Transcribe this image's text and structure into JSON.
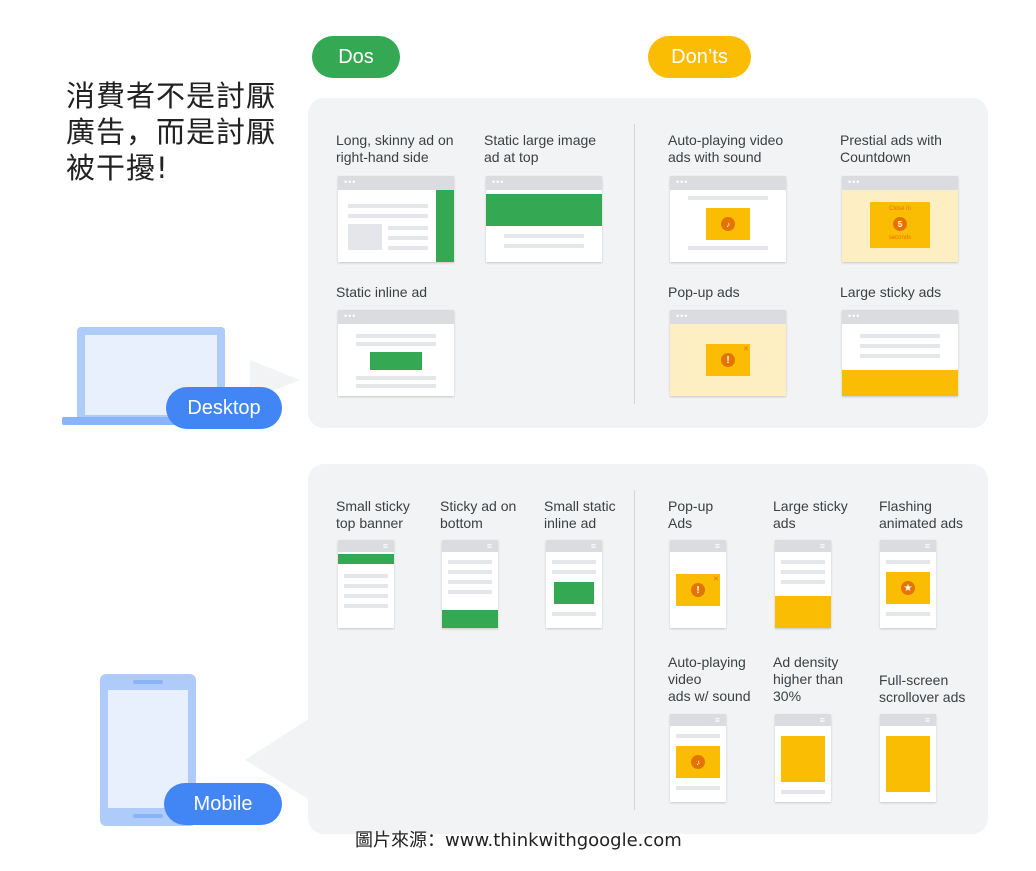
{
  "header": {
    "dos": "Dos",
    "donts": "Don’ts"
  },
  "headline": [
    "消費者不是討厭",
    "廣告，而是討厭",
    "被干擾!"
  ],
  "desktop": {
    "device_label": "Desktop",
    "dos": [
      {
        "label": [
          "Long, skinny ad on",
          "right-hand side"
        ]
      },
      {
        "label": [
          "Static large image",
          "ad at top"
        ]
      },
      {
        "label": [
          "Static inline ad"
        ]
      }
    ],
    "donts": [
      {
        "label": [
          "Auto-playing video",
          "ads with sound"
        ]
      },
      {
        "label": [
          "Prestial ads with",
          "Countdown"
        ],
        "overlay": [
          "Close in",
          "5",
          "seconds"
        ]
      },
      {
        "label": [
          "Pop-up ads"
        ]
      },
      {
        "label": [
          "Large sticky ads"
        ]
      }
    ]
  },
  "mobile": {
    "device_label": "Mobile",
    "dos": [
      {
        "label": [
          "Small sticky",
          "top banner"
        ]
      },
      {
        "label": [
          "Sticky ad on",
          "bottom"
        ]
      },
      {
        "label": [
          "Small static",
          "inline ad"
        ]
      }
    ],
    "donts": [
      {
        "label": [
          "Pop-up",
          "Ads"
        ]
      },
      {
        "label": [
          "Large sticky",
          "ads"
        ]
      },
      {
        "label": [
          "Flashing",
          "animated ads"
        ]
      },
      {
        "label": [
          "Auto-playing",
          "video",
          "ads w/ sound"
        ]
      },
      {
        "label": [
          "Ad density",
          "higher than",
          "30%"
        ]
      },
      {
        "label": [
          "Full-screen",
          "scrollover ads"
        ]
      }
    ]
  },
  "caption": "圖片來源：www.thinkwithgoogle.com",
  "colors": {
    "green": "#34a853",
    "yellow": "#fbbc04",
    "light_yellow": "#feefc3",
    "blue": "#4285f4",
    "panel": "#f1f3f4"
  },
  "icons": {
    "sound": "speaker-icon",
    "alert": "exclamation-icon",
    "star": "star-icon"
  }
}
